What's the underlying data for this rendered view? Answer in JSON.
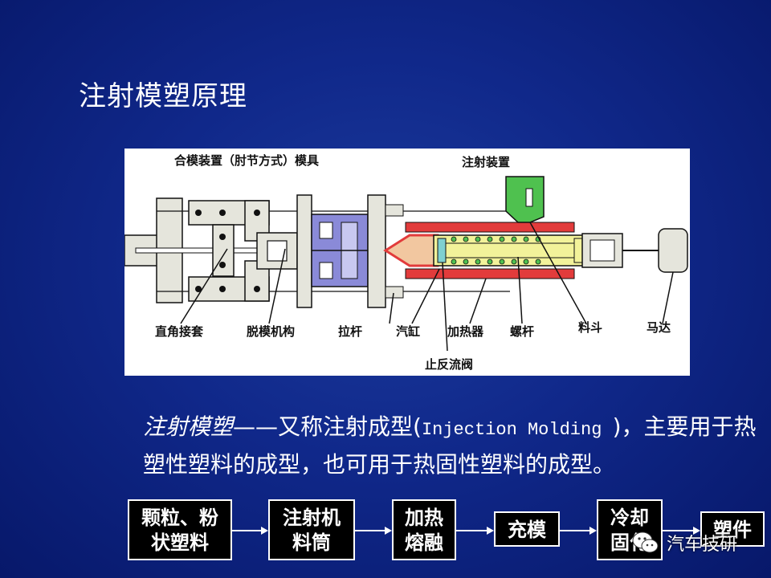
{
  "slide": {
    "title": "注射模塑原理"
  },
  "figure": {
    "labels": {
      "clamp_unit": "合模装置（肘节方式）模具",
      "injection_unit": "注射装置",
      "toggle_sleeve": "直角接套",
      "ejector": "脱模机构",
      "tie_bar": "拉杆",
      "cylinder": "汽缸",
      "heater": "加热器",
      "screw": "螺杆",
      "hopper": "料斗",
      "motor": "马达",
      "check_valve": "止反流阀"
    },
    "colors": {
      "machine": "#e5e5dc",
      "mold": "#8a8ad8",
      "barrel": "#f2f29a",
      "heater": "#e23b3b",
      "hopper": "#4fc14f",
      "outline": "#111111"
    }
  },
  "description": {
    "term": "注射模塑",
    "dash": "——",
    "text_1": "又称注射成型(",
    "english": "Injection Molding ",
    "text_2": ")，主要用于热塑性塑料的成型，也可用于热固性塑料的成型。"
  },
  "flow": {
    "steps": [
      {
        "line1": "颗粒、粉",
        "line2": "状塑料"
      },
      {
        "line1": "注射机",
        "line2": "料筒"
      },
      {
        "line1": "加热",
        "line2": "熔融"
      },
      {
        "line1": "充模",
        "line2": ""
      },
      {
        "line1": "冷却",
        "line2": "固化"
      },
      {
        "line1": "塑件",
        "line2": ""
      }
    ]
  },
  "watermark": {
    "icon": "wechat-icon",
    "text": "汽车技研"
  }
}
